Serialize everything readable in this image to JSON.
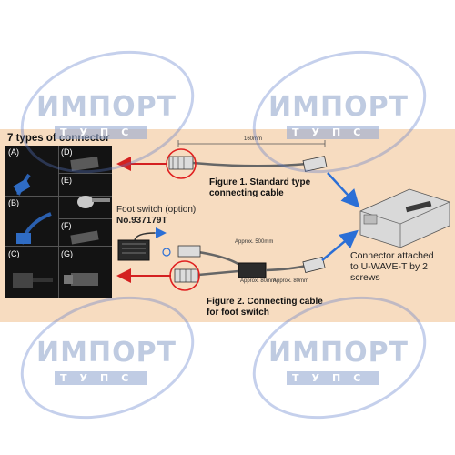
{
  "title": "7 types of connector",
  "connectors": [
    "(A)",
    "(B)",
    "(C)",
    "(D)",
    "(E)",
    "(F)",
    "(G)"
  ],
  "foot_switch": {
    "label": "Foot switch (option)",
    "model": "No.937179T"
  },
  "figure1": {
    "line1": "Figure 1. Standard type",
    "line2": "connecting cable",
    "length": "160mm"
  },
  "figure2": {
    "line1": "Figure 2. Connecting cable",
    "line2": "for foot switch",
    "dim1": "Approx. 500mm",
    "dim2": "Approx. 80mm",
    "dim3": "Approx. 80mm"
  },
  "note": {
    "line1": "Connector attached",
    "line2": "to U-WAVE-T by 2",
    "line3": "screws"
  },
  "watermark": {
    "brand": "ИМПОРТ",
    "sub": "ТУПС"
  },
  "colors": {
    "band": "#f7dcc0",
    "arrow_red": "#d42020",
    "arrow_blue": "#2b6fd6",
    "panel": "#131313"
  }
}
